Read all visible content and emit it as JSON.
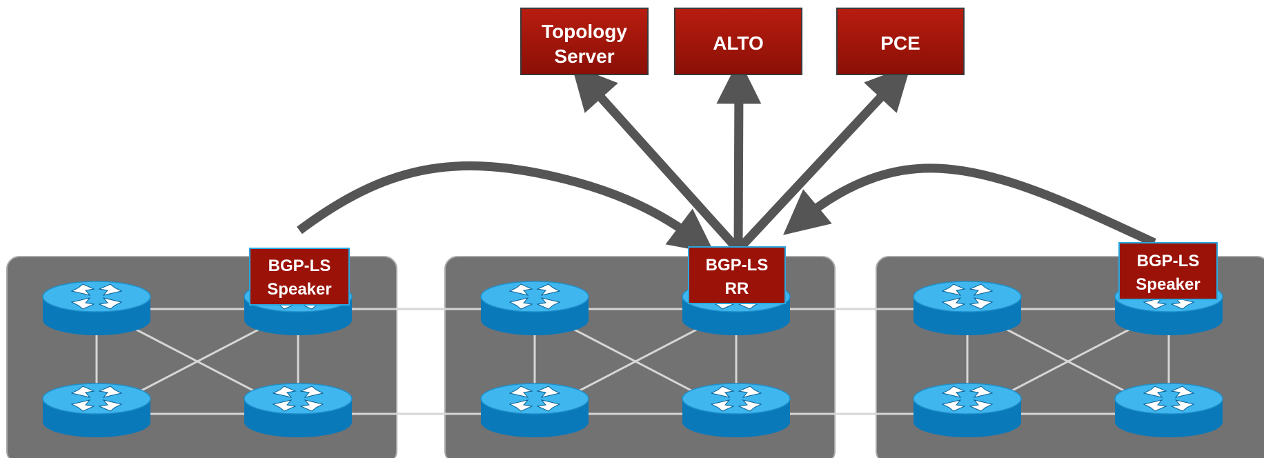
{
  "top_boxes": {
    "topology": {
      "line1": "Topology",
      "line2": "Server"
    },
    "alto": {
      "label": "ALTO"
    },
    "pce": {
      "label": "PCE"
    }
  },
  "tags": {
    "left": {
      "line1": "BGP-LS",
      "line2": "Speaker"
    },
    "center": {
      "line1": "BGP-LS",
      "line2": "RR"
    },
    "right": {
      "line1": "BGP-LS",
      "line2": "Speaker"
    }
  },
  "colors": {
    "box_red": "#9b1208",
    "box_border": "#3a3a3a",
    "arrow": "#555555",
    "domain_bg": "#727272",
    "router_top": "#3fb6ee",
    "router_side": "#0a79ba",
    "link": "#d6d6d6",
    "tag_border": "#2aa8e0"
  }
}
